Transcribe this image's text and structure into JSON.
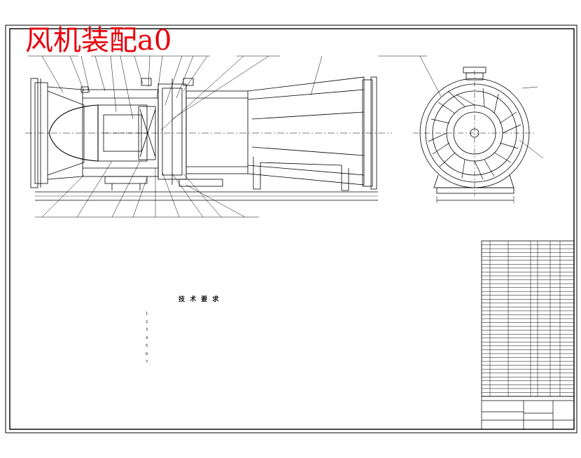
{
  "title": "风机装配a0",
  "title_color": "#e8000b",
  "technical_requirements": {
    "heading": "技 术 要 求",
    "lines": [
      "1. ",
      "2. ",
      "3. ",
      "4. ",
      "5. ",
      "6. ",
      "7. "
    ]
  },
  "title_block": {
    "rows": 40
  }
}
